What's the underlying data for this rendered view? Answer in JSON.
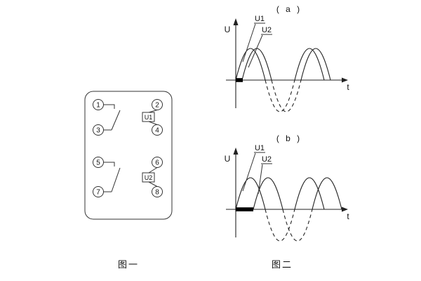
{
  "figure1": {
    "caption": "图一",
    "terminals": [
      "1",
      "2",
      "3",
      "4",
      "5",
      "6",
      "7",
      "8"
    ],
    "coils": {
      "u1": "U1",
      "u2": "U2"
    }
  },
  "figure2": {
    "caption": "图二",
    "plots": [
      {
        "title": "( a )",
        "y_axis": "U",
        "x_axis": "t",
        "curve1_label": "U1",
        "curve2_label": "U2"
      },
      {
        "title": "( b )",
        "y_axis": "U",
        "x_axis": "t",
        "curve1_label": "U1",
        "curve2_label": "U2"
      }
    ]
  },
  "colors": {
    "line": "#222222",
    "bar": "#000000",
    "background": "#ffffff"
  }
}
